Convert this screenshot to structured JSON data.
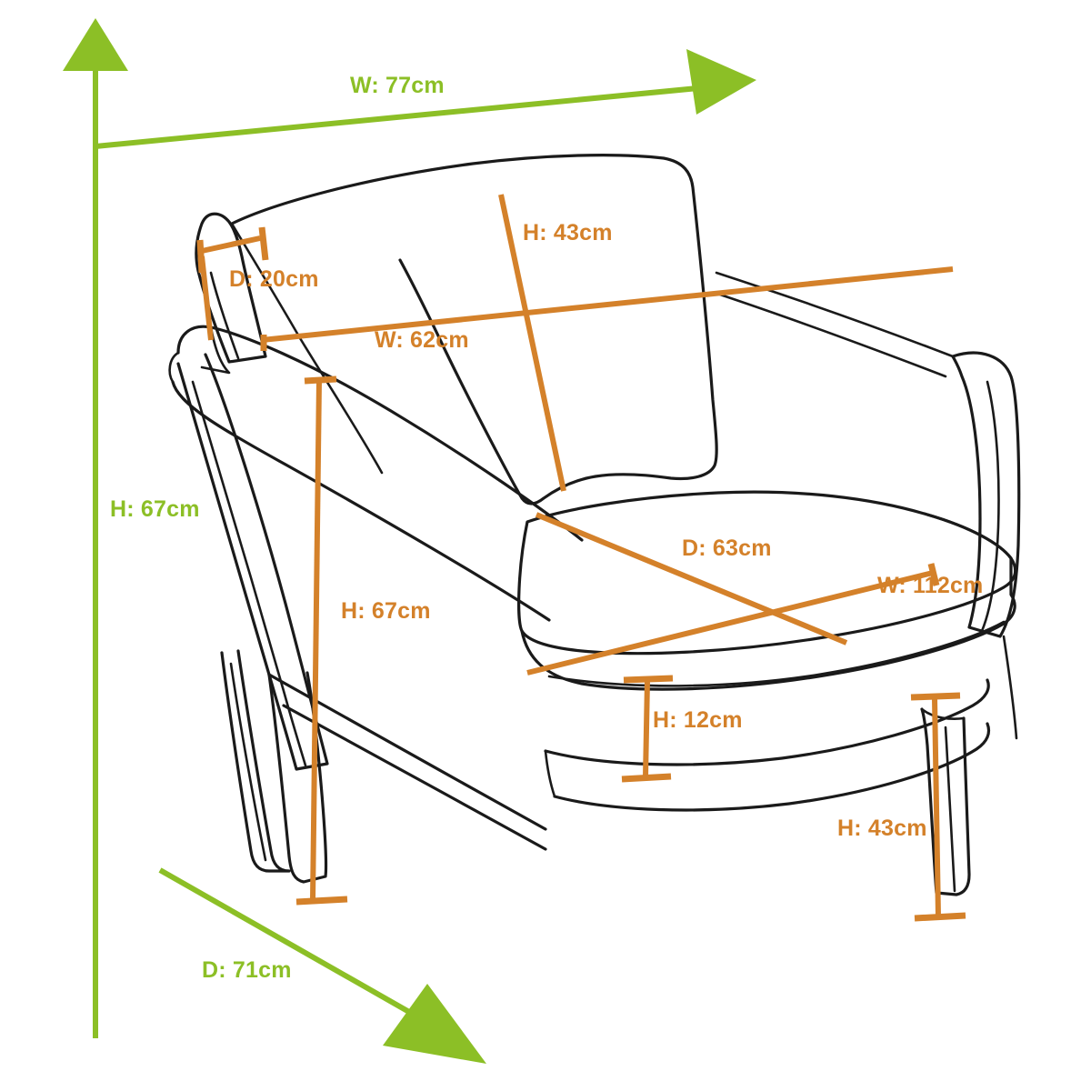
{
  "diagram": {
    "title": "Armchair dimension diagram",
    "colors": {
      "overall_dimension": "#8cbf26",
      "detail_dimension": "#d4812a",
      "outline": "#1a1a1a",
      "background": "#ffffff"
    },
    "overall_dimensions": [
      {
        "id": "overall-width",
        "label": "W: 77cm",
        "axis": "width",
        "value": 77,
        "unit": "cm",
        "color": "#8cbf26"
      },
      {
        "id": "overall-height",
        "label": "H: 67cm",
        "axis": "height",
        "value": 67,
        "unit": "cm",
        "color": "#8cbf26"
      },
      {
        "id": "overall-depth",
        "label": "D: 71cm",
        "axis": "depth",
        "value": 71,
        "unit": "cm",
        "color": "#8cbf26"
      }
    ],
    "detail_dimensions": [
      {
        "id": "back-cushion-height",
        "label": "H: 43cm",
        "axis": "height",
        "value": 43,
        "unit": "cm",
        "part": "back-cushion",
        "color": "#d4812a"
      },
      {
        "id": "back-cushion-depth",
        "label": "D: 20cm",
        "axis": "depth",
        "value": 20,
        "unit": "cm",
        "part": "back-cushion",
        "color": "#d4812a"
      },
      {
        "id": "back-cushion-width",
        "label": "W: 62cm",
        "axis": "width",
        "value": 62,
        "unit": "cm",
        "part": "back-cushion",
        "color": "#d4812a"
      },
      {
        "id": "armrest-height",
        "label": "H: 67cm",
        "axis": "height",
        "value": 67,
        "unit": "cm",
        "part": "frame",
        "color": "#d4812a"
      },
      {
        "id": "seat-depth",
        "label": "D: 63cm",
        "axis": "depth",
        "value": 63,
        "unit": "cm",
        "part": "seat",
        "color": "#d4812a"
      },
      {
        "id": "seat-width",
        "label": "W: 112cm",
        "axis": "width",
        "value": 112,
        "unit": "cm",
        "part": "seat",
        "color": "#d4812a"
      },
      {
        "id": "seat-cushion-thickness",
        "label": "H: 12cm",
        "axis": "height",
        "value": 12,
        "unit": "cm",
        "part": "seat-cushion",
        "color": "#d4812a"
      },
      {
        "id": "seat-height-from-floor",
        "label": "H: 43cm",
        "axis": "height",
        "value": 43,
        "unit": "cm",
        "part": "leg",
        "color": "#d4812a"
      }
    ]
  }
}
